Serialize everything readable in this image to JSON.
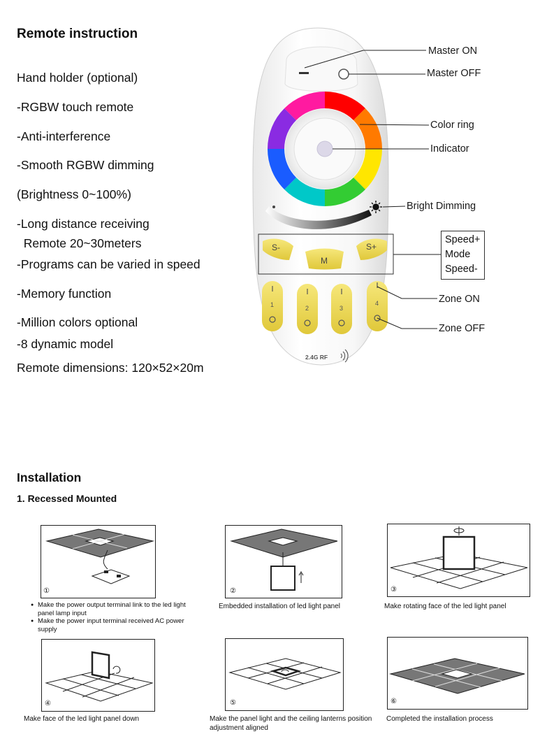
{
  "remote": {
    "title": "Remote instruction",
    "features": [
      "Hand holder (optional)",
      "-RGBW touch remote",
      "-Anti-interference",
      "-Smooth RGBW dimming",
      "(Brightness 0~100%)",
      "-Long distance receiving",
      "  Remote 20~30meters",
      "-Programs can be varied in speed",
      "-Memory function",
      "-Million colors optional",
      "-8 dynamic model",
      "Remote dimensions: 120×52×20m"
    ],
    "callouts": {
      "master_on": "Master ON",
      "master_off": "Master OFF",
      "color_ring": "Color ring",
      "indicator": "Indicator",
      "bright_dimming": "Bright Dimming",
      "speed_plus": "Speed+",
      "mode": "Mode",
      "speed_minus": "Speed-",
      "zone_on": "Zone ON",
      "zone_off": "Zone OFF"
    },
    "device": {
      "btn_speed_minus": "S-",
      "btn_mode": "M",
      "btn_speed_plus": "S+",
      "zones": [
        "1",
        "2",
        "3",
        "4"
      ],
      "brand": "2.4G RF"
    }
  },
  "installation": {
    "title": "Installation",
    "subtitle": "1. Recessed Mounted",
    "steps": [
      {
        "num": "①",
        "bullets": [
          "Make the power output terminal link to the led light panel lamp input",
          "Make the power input terminal received AC power supply"
        ]
      },
      {
        "num": "②",
        "caption": "Embedded installation of led light panel"
      },
      {
        "num": "③",
        "caption": "Make rotating face of the led light panel"
      },
      {
        "num": "④",
        "caption": "Make face of the led light panel down"
      },
      {
        "num": "⑤",
        "caption": "Make the panel light and the ceiling lanterns position adjustment aligned"
      },
      {
        "num": "⑥",
        "caption": "Completed the installation process"
      }
    ]
  }
}
